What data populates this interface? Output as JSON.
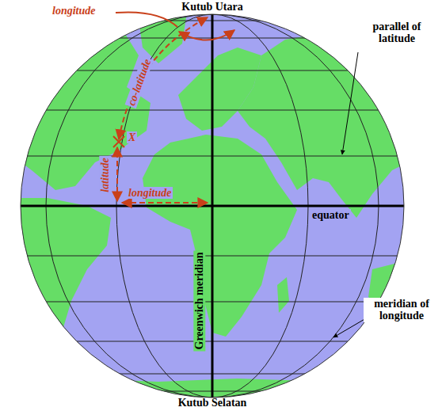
{
  "diagram": {
    "labels": [
      "Kutub Utara",
      "longitude",
      "co-latitude",
      "X",
      "latitude",
      "longitude",
      "parallel of latitude",
      "equator",
      "Greenwich meridian",
      "meridian of longitude",
      "Kutub Selatan"
    ]
  }
}
